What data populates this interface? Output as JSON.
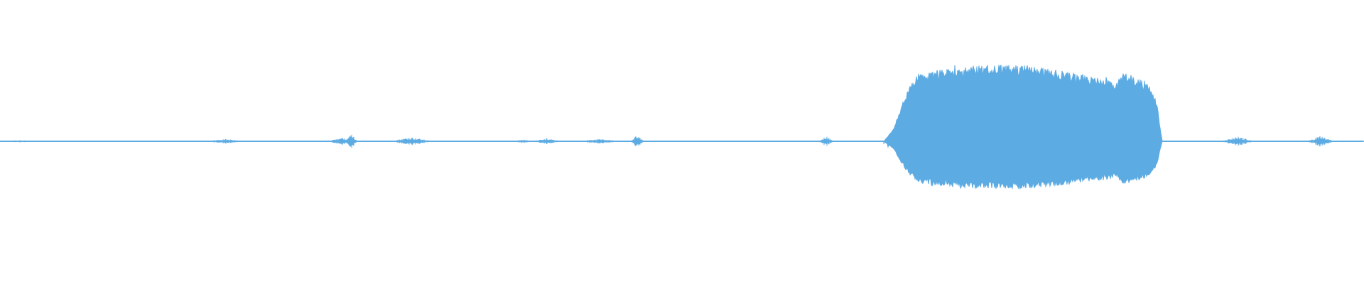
{
  "waveform": {
    "color": "#5dabe3",
    "background": "#ffffff",
    "baseline_level": 0.004,
    "events": [
      {
        "start": 0.0,
        "end": 0.03,
        "level": 0.01
      },
      {
        "start": 0.15,
        "end": 0.18,
        "level": 0.02
      },
      {
        "start": 0.24,
        "end": 0.262,
        "level": 0.03
      },
      {
        "start": 0.253,
        "end": 0.262,
        "level": 0.065
      },
      {
        "start": 0.285,
        "end": 0.318,
        "level": 0.035
      },
      {
        "start": 0.375,
        "end": 0.392,
        "level": 0.015
      },
      {
        "start": 0.39,
        "end": 0.412,
        "level": 0.025
      },
      {
        "start": 0.422,
        "end": 0.456,
        "level": 0.02
      },
      {
        "start": 0.462,
        "end": 0.472,
        "level": 0.055
      },
      {
        "start": 0.6,
        "end": 0.611,
        "level": 0.045
      },
      {
        "start": 0.895,
        "end": 0.92,
        "level": 0.04
      },
      {
        "start": 0.958,
        "end": 0.978,
        "level": 0.045
      }
    ],
    "loud_section": {
      "start": 0.648,
      "end": 0.852,
      "envelope": [
        {
          "t": 0.648,
          "level": 0.0
        },
        {
          "t": 0.655,
          "level": 0.12
        },
        {
          "t": 0.662,
          "level": 0.4
        },
        {
          "t": 0.668,
          "level": 0.58
        },
        {
          "t": 0.675,
          "level": 0.68
        },
        {
          "t": 0.69,
          "level": 0.72
        },
        {
          "t": 0.71,
          "level": 0.76
        },
        {
          "t": 0.73,
          "level": 0.77
        },
        {
          "t": 0.75,
          "level": 0.77
        },
        {
          "t": 0.77,
          "level": 0.73
        },
        {
          "t": 0.79,
          "level": 0.68
        },
        {
          "t": 0.81,
          "level": 0.63
        },
        {
          "t": 0.818,
          "level": 0.58
        },
        {
          "t": 0.824,
          "level": 0.72
        },
        {
          "t": 0.83,
          "level": 0.66
        },
        {
          "t": 0.842,
          "level": 0.58
        },
        {
          "t": 0.848,
          "level": 0.4
        },
        {
          "t": 0.852,
          "level": 0.0
        }
      ]
    }
  }
}
